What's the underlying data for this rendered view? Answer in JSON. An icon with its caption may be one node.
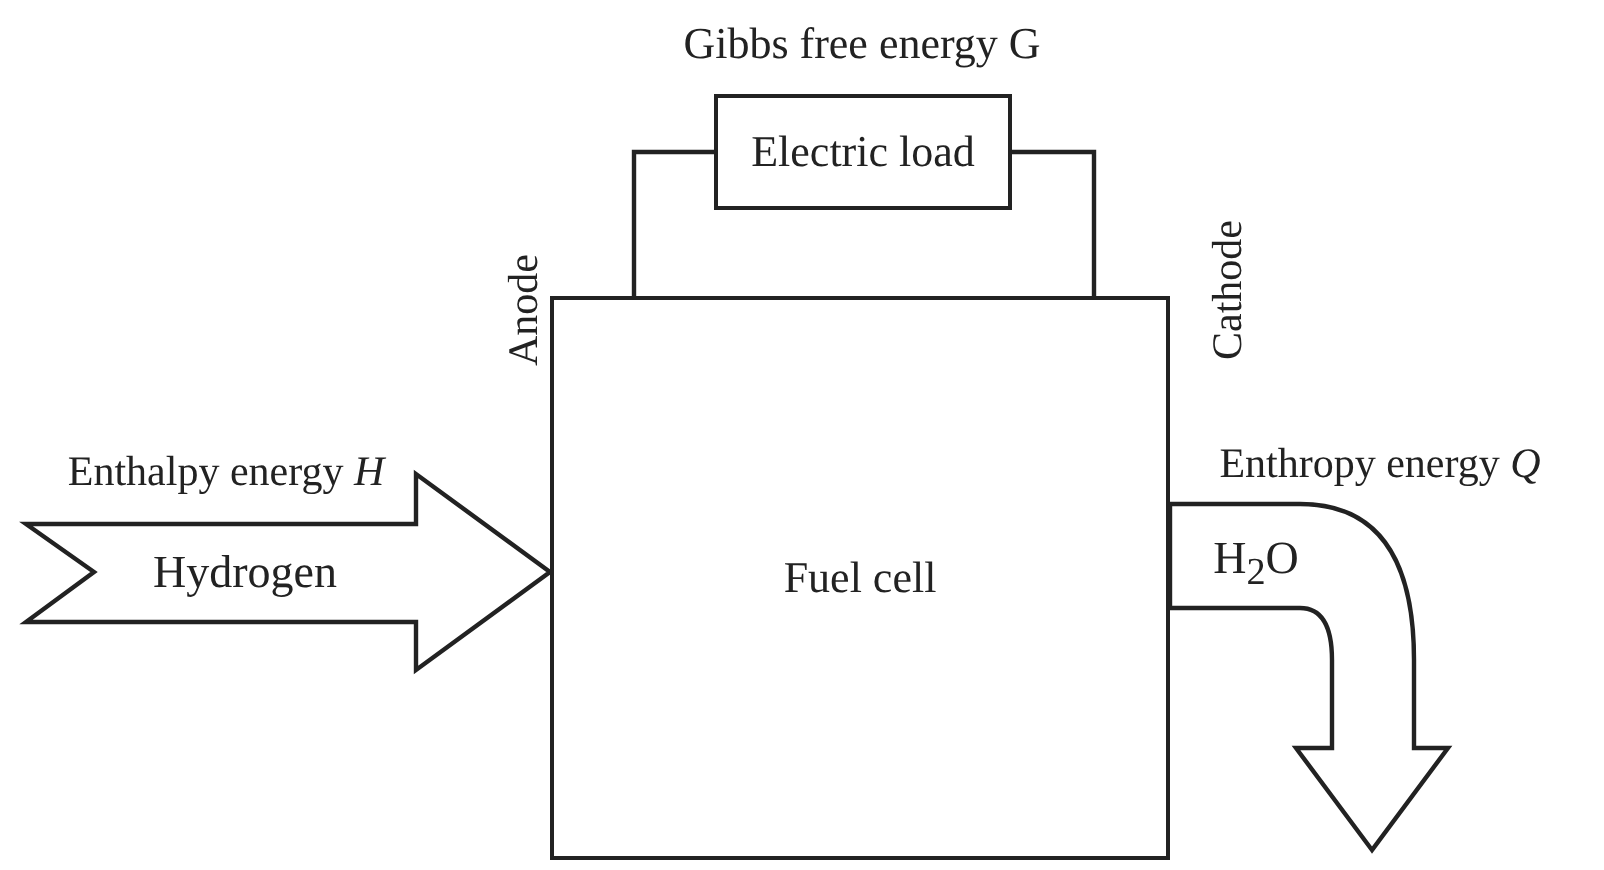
{
  "diagram": {
    "nodes": [
      {
        "text": [
          "Fuel cell"
        ]
      },
      {
        "text": [
          "Electric load"
        ],
        "beside": [
          "Gibbs free energy G"
        ]
      }
    ],
    "edges": [
      {
        "from": null,
        "to": 0,
        "arrow": "to",
        "label": "Hydrogen",
        "style": "thick"
      },
      {
        "from": 0,
        "to": null,
        "arrow": "to",
        "label": "H$_{2}$O",
        "style": "thick"
      },
      {
        "from": 0,
        "to": 1,
        "arrow": "none"
      },
      {
        "from": 0,
        "to": 1,
        "arrow": "none"
      }
    ],
    "labels": [
      "Anode",
      "Cathode",
      "Enthalpy energy *H*",
      "Enthropy energy *Q*"
    ]
  }
}
